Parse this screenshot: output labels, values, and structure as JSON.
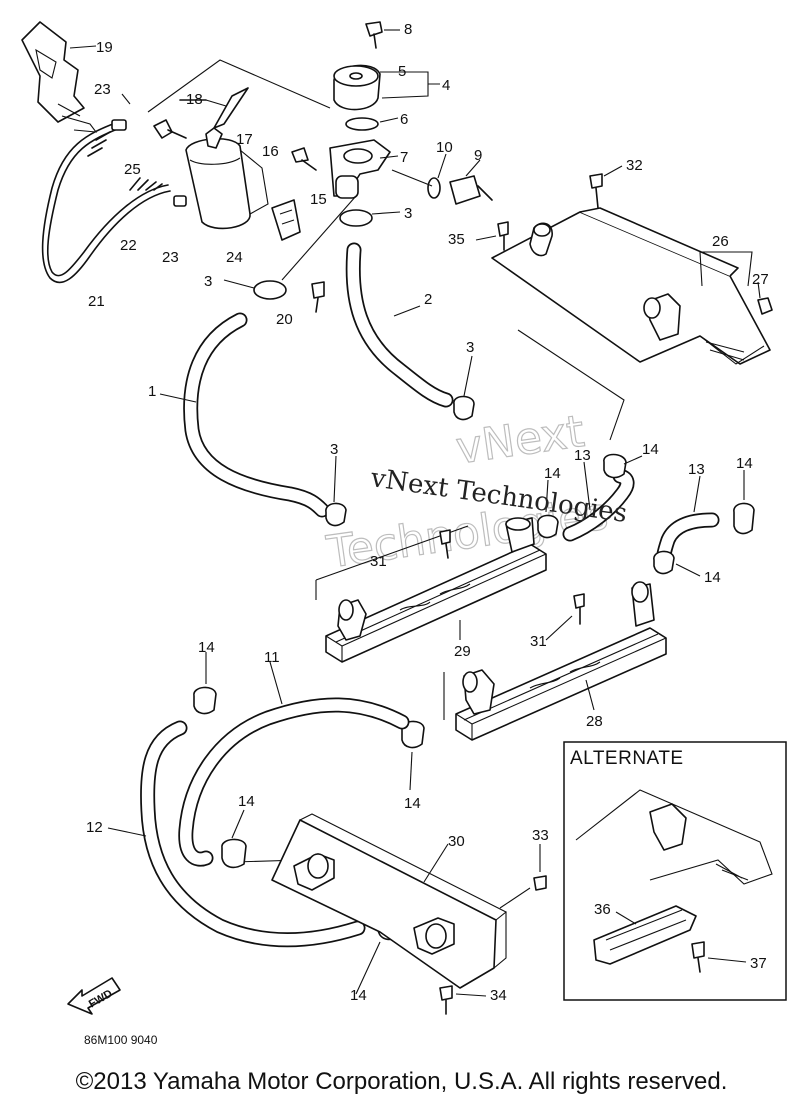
{
  "diagram": {
    "drawing_code": "86M100 9040",
    "watermark_text": "vNext Technologies",
    "watermark_outline_1": "vNext",
    "watermark_outline_2": "Technologies",
    "alternate_label": "ALTERNATE",
    "fwd_label": "FWD",
    "labels": [
      "1",
      "2",
      "3",
      "4",
      "5",
      "6",
      "7",
      "8",
      "9",
      "10",
      "11",
      "12",
      "13",
      "14",
      "15",
      "16",
      "17",
      "18",
      "19",
      "20",
      "21",
      "22",
      "23",
      "24",
      "25",
      "26",
      "27",
      "28",
      "29",
      "30",
      "31",
      "32",
      "33",
      "34",
      "35",
      "36",
      "37"
    ]
  },
  "copyright": "©2013 Yamaha Motor Corporation, U.S.A. All rights reserved."
}
